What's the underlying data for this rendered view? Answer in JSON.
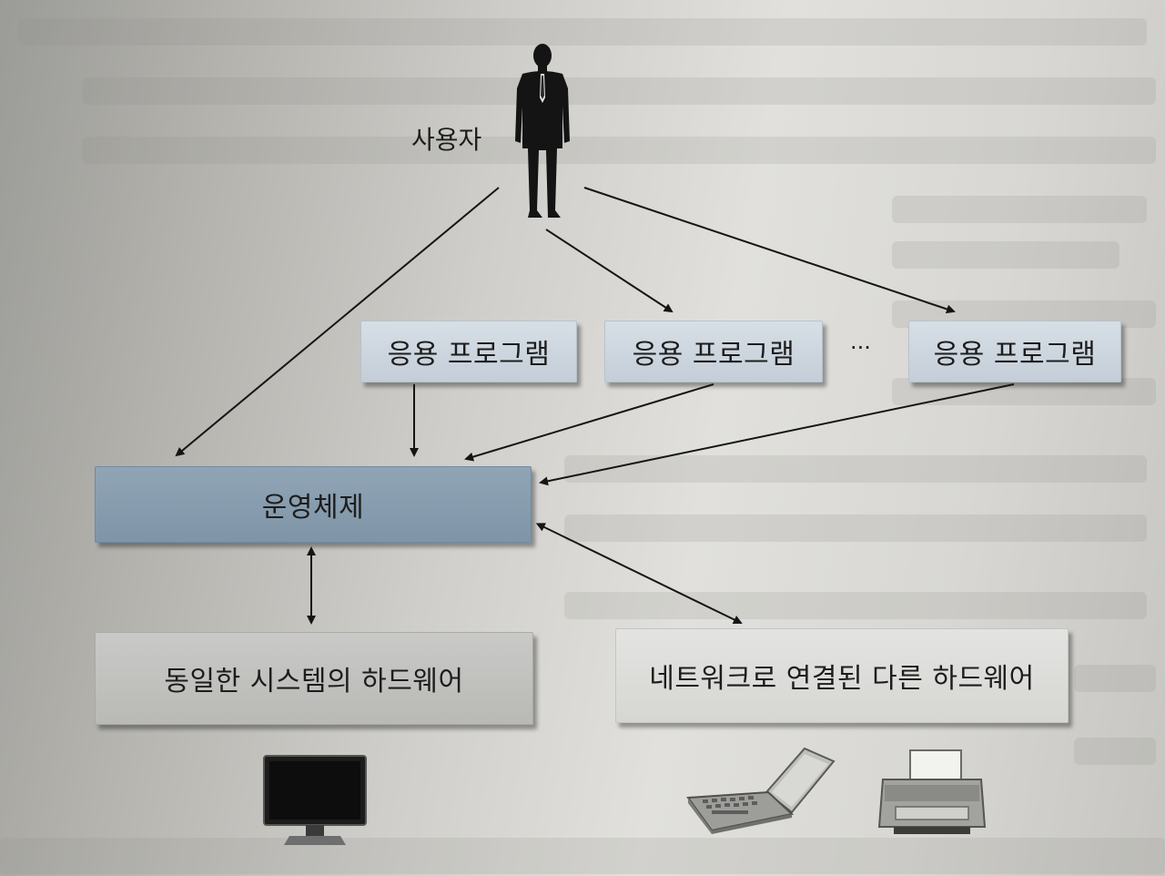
{
  "user": {
    "label": "사용자"
  },
  "applications": [
    {
      "label": "응용 프로그램"
    },
    {
      "label": "응용 프로그램"
    },
    {
      "label": "응용 프로그램"
    }
  ],
  "ellipsis": "···",
  "os": {
    "label": "운영체제"
  },
  "hardware_local": {
    "label": "동일한 시스템의 하드웨어"
  },
  "hardware_network": {
    "label": "네트워크로 연결된 다른 하드웨어"
  },
  "icons": {
    "user": "person-silhouette-icon",
    "monitor": "monitor-icon",
    "laptop": "laptop-icon",
    "printer": "printer-icon"
  },
  "colors": {
    "app_box": "#c9d3dc",
    "os_box": "#869bad",
    "hw_box": "#bdbdba",
    "hw_net_box": "#dadad7"
  }
}
